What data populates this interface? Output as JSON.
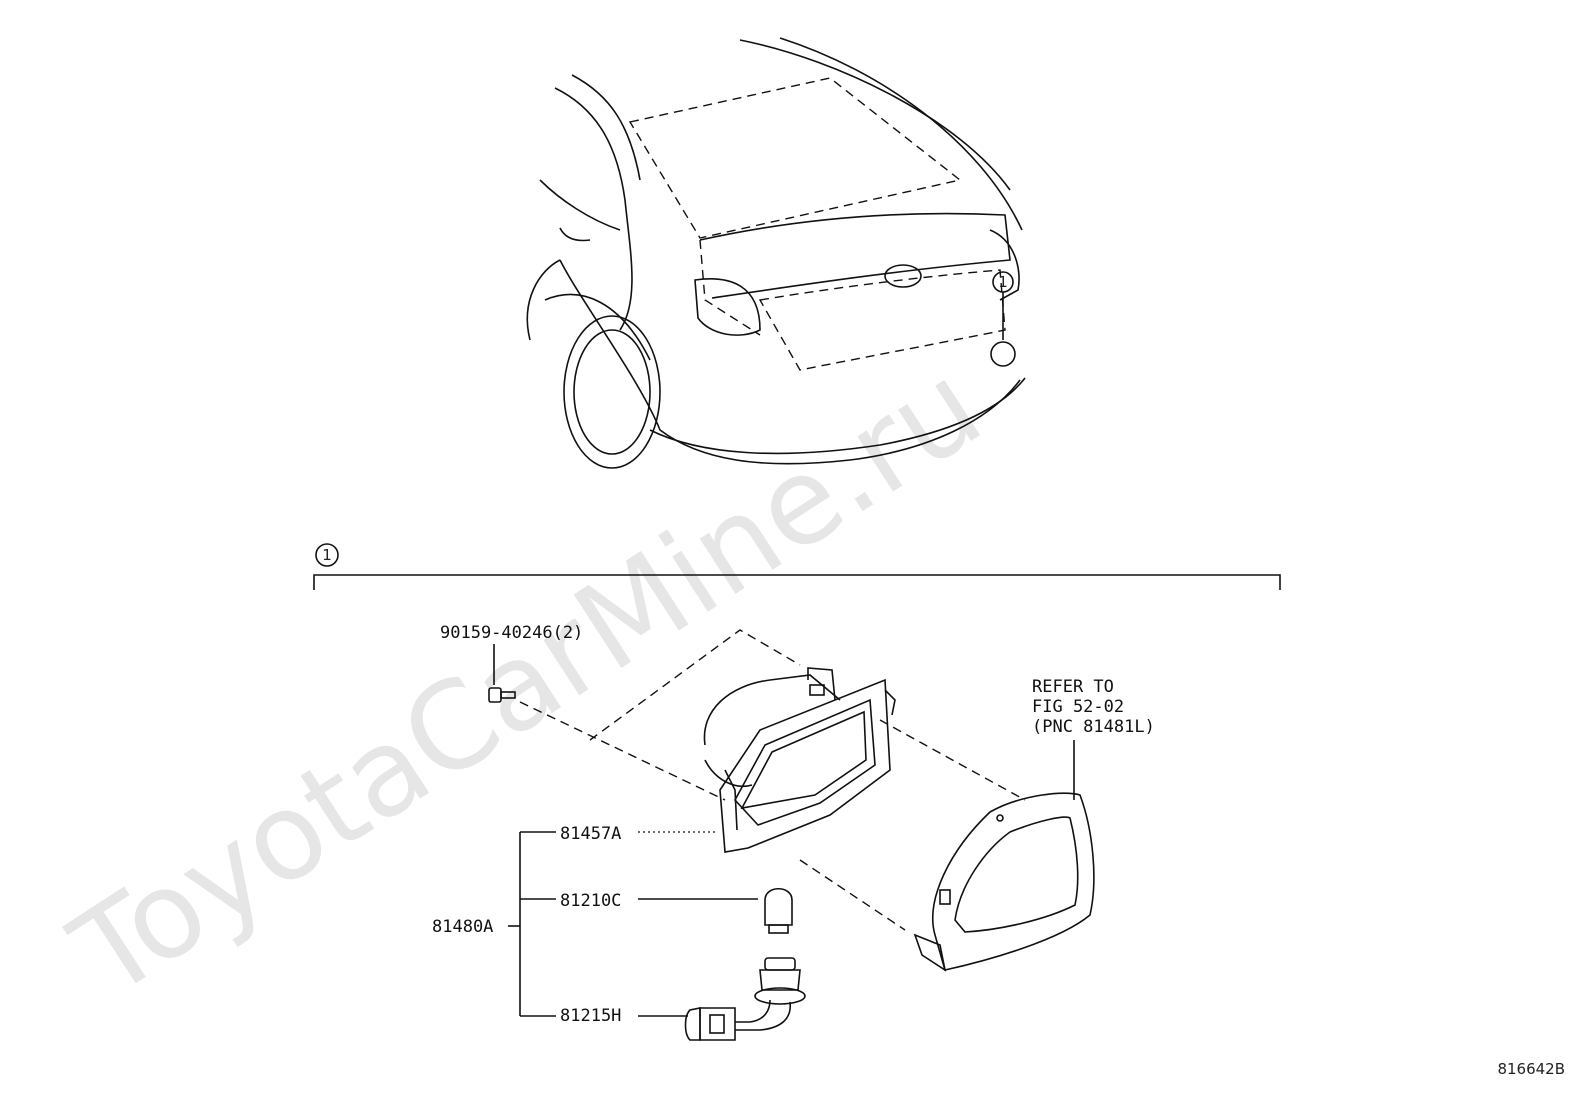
{
  "callout": "1",
  "parts": {
    "screw": "90159-40246(2)",
    "housing": "81457A",
    "bulb": "81210C",
    "socket": "81215H",
    "assembly": "81480A"
  },
  "refer_note": {
    "line1": "REFER TO",
    "line2": "FIG 52-02",
    "line3": "(PNC 81481L)"
  },
  "figure_id": "816642B",
  "watermark": "ToyotaCarMine.ru"
}
